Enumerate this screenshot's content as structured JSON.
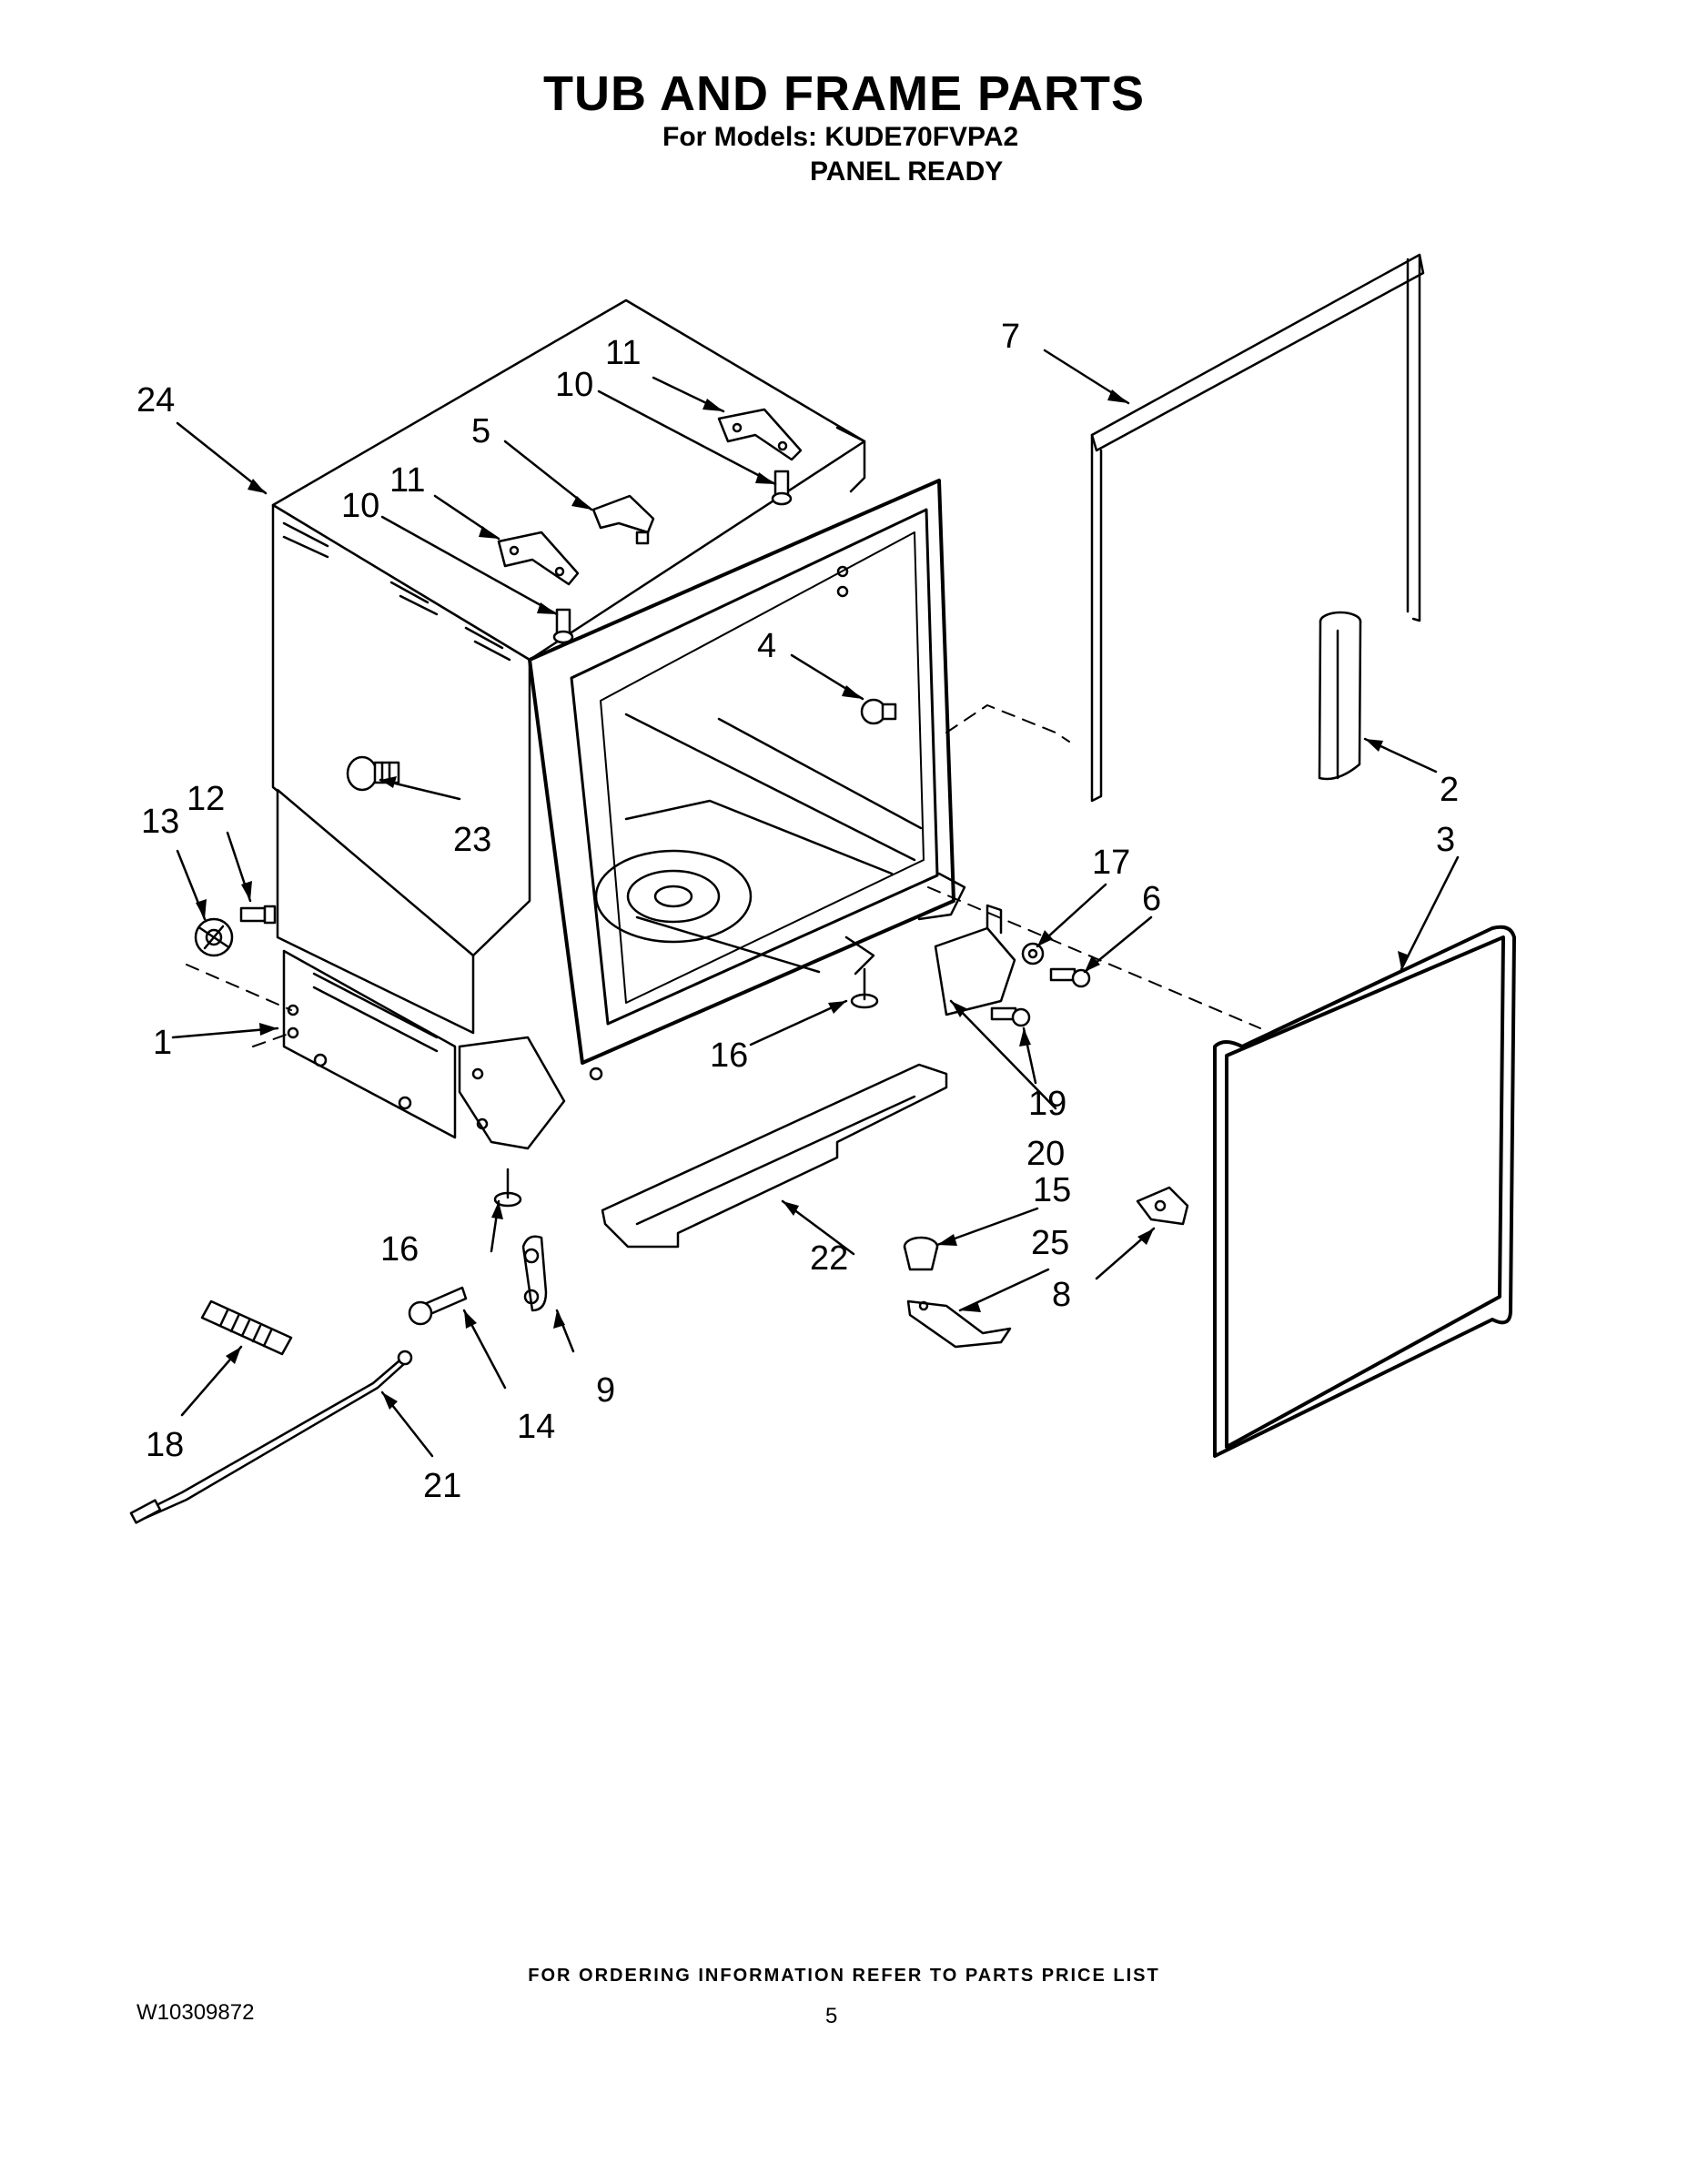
{
  "header": {
    "title": "TUB AND FRAME PARTS",
    "subtitle_line1": "For Models: KUDE70FVPA2",
    "subtitle_line2": "PANEL READY"
  },
  "callouts": [
    "1",
    "2",
    "3",
    "4",
    "5",
    "6",
    "7",
    "8",
    "9",
    "10",
    "10",
    "11",
    "11",
    "12",
    "13",
    "14",
    "15",
    "16",
    "16",
    "17",
    "18",
    "19",
    "20",
    "21",
    "22",
    "23",
    "24",
    "25"
  ],
  "footer": {
    "ordering_note": "FOR ORDERING INFORMATION REFER TO PARTS PRICE LIST",
    "document_number": "W10309872",
    "page_number": "5"
  }
}
